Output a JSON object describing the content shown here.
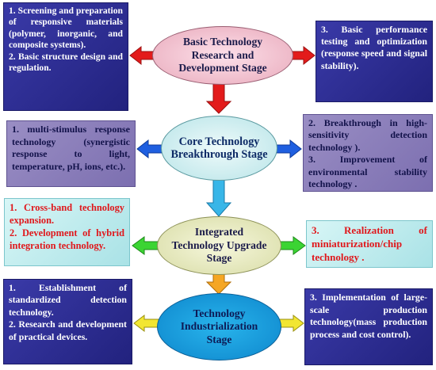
{
  "stages": [
    {
      "label": "Basic Technology Research and Development Stage"
    },
    {
      "label": "Core Technology Breakthrough Stage"
    },
    {
      "label": "Integrated Technology Upgrade Stage"
    },
    {
      "label": "Technology Industrialization Stage"
    }
  ],
  "left_boxes": [
    {
      "lines": [
        "1. Screening and preparation of responsive materials (polymer, inorganic, and composite systems).",
        "2. Basic structure design and regulation."
      ]
    },
    {
      "lines": [
        "1. multi-stimulus response technology (synergistic response to light, temperature, pH, ions, etc.)."
      ]
    },
    {
      "lines": [
        "1. Cross-band technology expansion.",
        "2. Development of hybrid integration technology."
      ]
    },
    {
      "lines": [
        "1. Establishment of standardized detection technology.",
        "2. Research and development of practical devices."
      ]
    }
  ],
  "right_boxes": [
    {
      "lines": [
        "3. Basic performance testing and optimization (response speed and signal stability)."
      ]
    },
    {
      "lines": [
        "2. Breakthrough in high-sensitivity detection technology ).",
        "3. Improvement of environmental stability technology ."
      ]
    },
    {
      "lines": [
        "3. Realization of miniaturization/chip technology ."
      ]
    },
    {
      "lines": [
        "3. Implementation of large-scale production technology(mass production process and cost control)."
      ]
    }
  ],
  "colors": {
    "navy": "#2b2b8f",
    "lavender": "#8a7dbb",
    "cyan_box": "#bfeef0",
    "red_text": "#e0181c",
    "arrow_red": "#e31b1b",
    "arrow_blue": "#1f5fe0",
    "arrow_green": "#3bd433",
    "arrow_yellow": "#f2e632",
    "arrow_sky": "#38b6e8",
    "arrow_orange": "#f5a623"
  }
}
